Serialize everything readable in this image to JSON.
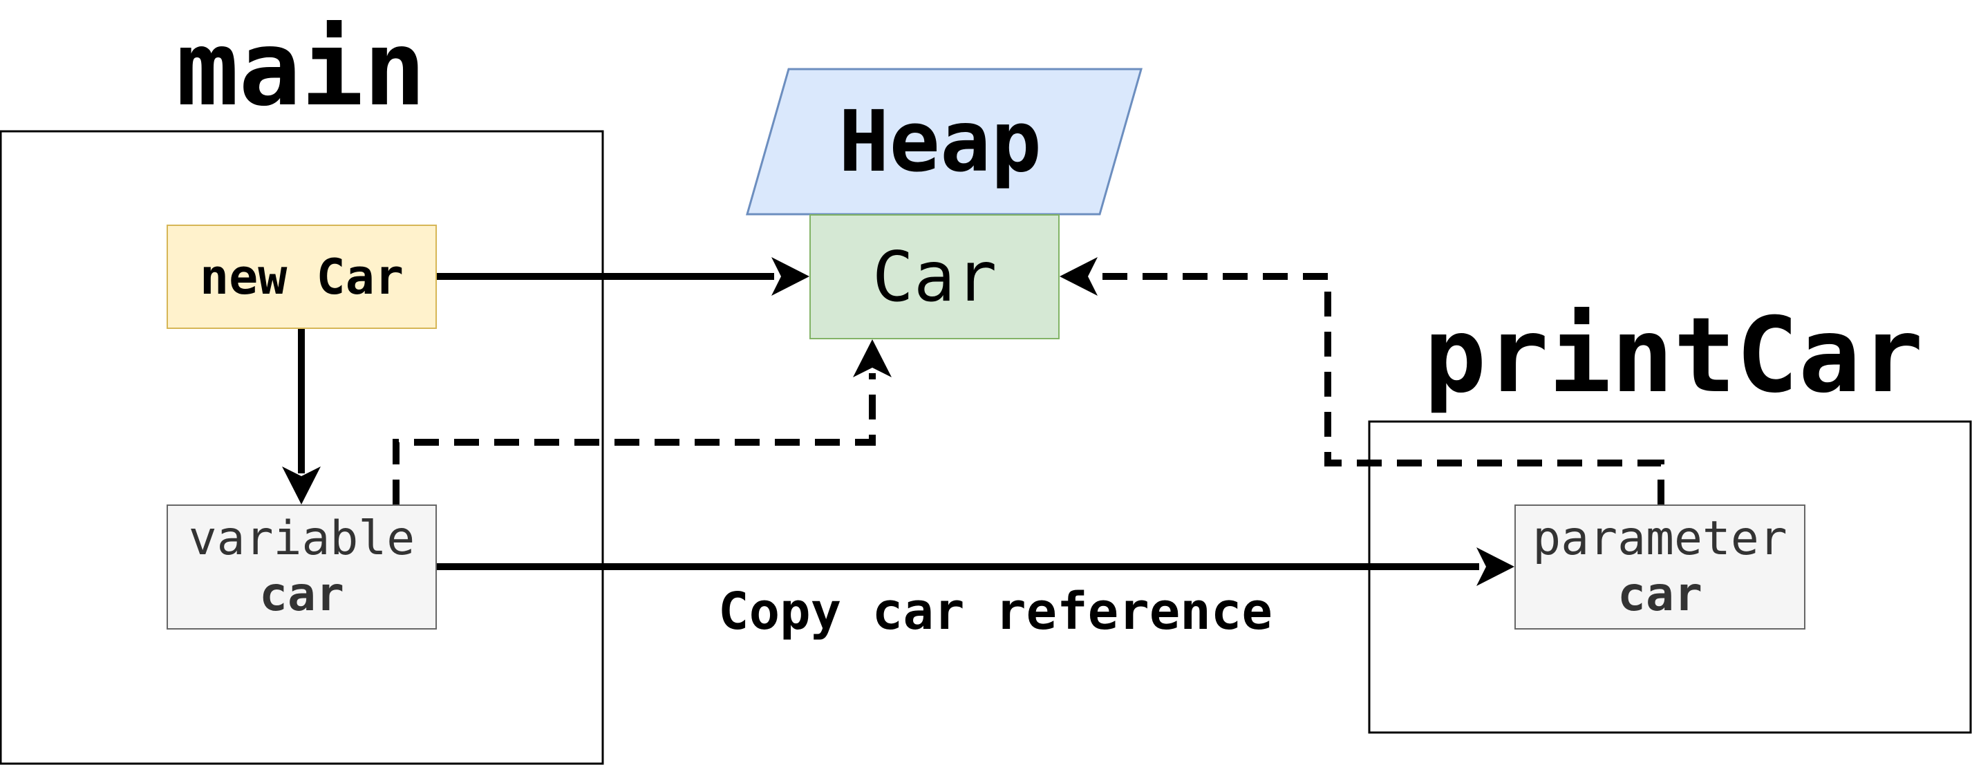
{
  "frames": {
    "main": {
      "title": "main"
    },
    "printCar": {
      "title": "printCar"
    }
  },
  "heap": {
    "label": "Heap"
  },
  "nodes": {
    "new_car": {
      "label": "new Car"
    },
    "car_object": {
      "label": "Car"
    },
    "variable_car": {
      "line1": "variable",
      "line2": "car"
    },
    "parameter_car": {
      "line1": "parameter",
      "line2": "car"
    }
  },
  "edges": {
    "copy_reference": {
      "label": "Copy car reference"
    }
  },
  "colors": {
    "heap_fill": "#dae8fc",
    "heap_stroke": "#6c8ebf",
    "new_car_fill": "#fff2cc",
    "new_car_stroke": "#d6b656",
    "car_fill": "#d5e8d4",
    "car_stroke": "#82b366",
    "variable_fill": "#f5f5f5",
    "variable_stroke": "#666666",
    "line": "#000000"
  }
}
